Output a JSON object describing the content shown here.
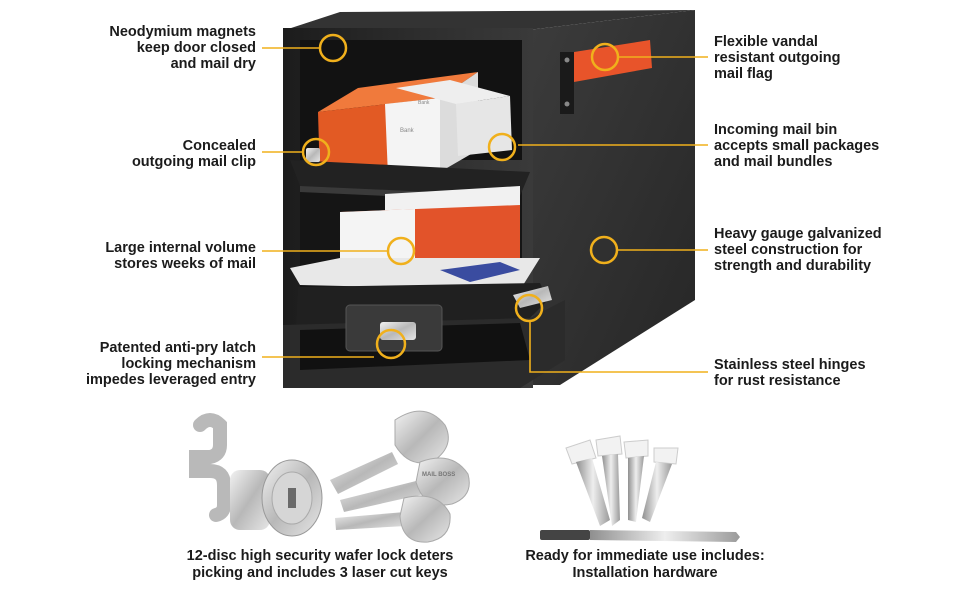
{
  "callouts_left": [
    {
      "id": "magnets",
      "text": "Neodymium magnets\nkeep door closed\nand mail dry"
    },
    {
      "id": "clip",
      "text": "Concealed\noutgoing mail clip"
    },
    {
      "id": "volume",
      "text": "Large internal volume\nstores weeks of mail"
    },
    {
      "id": "latch",
      "text": "Patented anti-pry latch\nlocking mechanism\nimpedes leveraged entry"
    }
  ],
  "callouts_right": [
    {
      "id": "flag",
      "text": "Flexible vandal\nresistant outgoing\nmail flag"
    },
    {
      "id": "bin",
      "text": "Incoming mail bin\naccepts small packages\nand mail bundles"
    },
    {
      "id": "steel",
      "text": "Heavy gauge galvanized\nsteel construction for\nstrength and durability"
    },
    {
      "id": "hinges",
      "text": "Stainless steel hinges\nfor rust resistance"
    }
  ],
  "captions": {
    "lock": "12-disc high security wafer lock deters\npicking and includes 3 laser cut keys",
    "hardware": "Ready for immediate use includes:\nInstallation hardware"
  },
  "product_labels": {
    "box_brand_1": "Bank",
    "box_brand_2": "Bank",
    "key_brand": "MAIL\nBOSS"
  },
  "colors": {
    "accent": "#f0b01c",
    "mailbox_body": "#2b2b2b",
    "flag": "#e8542a"
  }
}
